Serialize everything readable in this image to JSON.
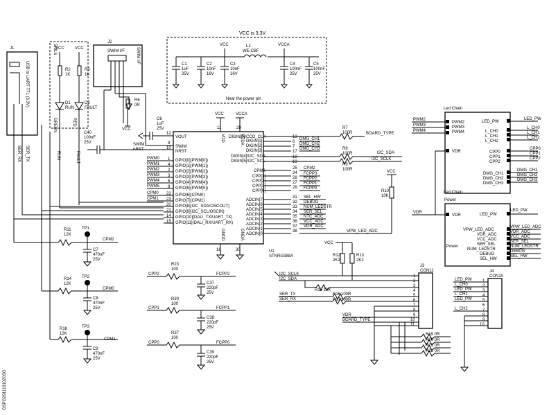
{
  "power_box": {
    "title": "VCC is 3.3V",
    "note": "Near the power pin",
    "vcc": "VCC",
    "vcca": "VCCA",
    "l1": [
      "L1",
      "WE-CBF"
    ],
    "caps": [
      [
        "C1",
        "1uF",
        "25V"
      ],
      [
        "C2",
        "10nF",
        "16V"
      ],
      [
        "C3",
        "10nF",
        "16V"
      ],
      [
        "C4",
        "100nF",
        "25V"
      ],
      [
        "C5",
        "100nF",
        "25V"
      ]
    ]
  },
  "j1": {
    "ref": "J1",
    "label": "USB to UART TTL (3.3V)"
  },
  "j2": {
    "ref": "J2",
    "label": "SWIM I/F",
    "side": "SWIM I/F",
    "swim": "SWIM",
    "nrst": "nRST"
  },
  "leds": {
    "vcc": "VCC",
    "r2": [
      "R2",
      "1K"
    ],
    "r3": [
      "R3",
      "1K"
    ],
    "d1": [
      "D1",
      "RUN"
    ],
    "d2": [
      "D2",
      "FAULT"
    ],
    "side": [
      "SMLS",
      "GREEN",
      "RED"
    ],
    "run": "RUN",
    "fault": "FAULT",
    "ser_rx": "SER_RX",
    "ser_tx": "SER_TX"
  },
  "c40": [
    "C40",
    "100nF",
    "25V"
  ],
  "r6": [
    "R6",
    "0R"
  ],
  "c6": [
    "C6",
    "1uF",
    "25V"
  ],
  "u1": {
    "ref": "U1",
    "part": "STNRG388A",
    "vdd": "VDD",
    "vdda": "VDDA",
    "gnd": "GNDD",
    "gnda": "GNDA",
    "vcc": "VCC",
    "vcca": "VCCA",
    "left_pins": [
      "VOUT",
      "SWIM",
      "NRST",
      "GPIO[0](PWM[0])",
      "GPIO[1](PWM[1])",
      "GPIO[2](PWM[2])",
      "GPIO[3](PWM[3])",
      "GPIO[4](PWM[4])",
      "GPIO[5](PWM[5])",
      "GPIO[6](CPM0)",
      "GPIO[7](CPM1)",
      "GPIO[8](I2C_SDA/OSCOUT)",
      "GPIO[9](I2C_SCL/OSCIN)",
      "GPIO[10](DALI_TX/UART_TX)",
      "GPIO[11](DALI_RX/UART_RX)"
    ],
    "left_nums": [
      "12",
      "9",
      "10",
      "1",
      "4",
      "2",
      "3",
      "5",
      "8",
      "22",
      "23",
      "20",
      "21",
      "14",
      "15"
    ],
    "left_nets": [
      "SWIM",
      "nRST",
      "PWM0",
      "PWM1",
      "PWM2",
      "PWM3",
      "PWM4",
      "PWM5",
      "CPM0",
      "CPM1"
    ],
    "top_nums": [
      "11",
      "29"
    ],
    "bot_nums": [
      "16",
      "30"
    ],
    "right_pins": [
      "DIGIN[0]/CCO_CLK",
      "DIGIN[1]",
      "DIGIN[2]",
      "DIGIN[3]",
      "DIGIN[4]/I2C_SDA",
      "DIGIN[5]/I2C_SCL",
      "CPM3",
      "CPP[3]",
      "CPP[2]",
      "CPP[1]",
      "CPP[0]",
      "ADCIN[7]",
      "ADCIN[6]",
      "ADCIN[5]",
      "ADCIN[4]",
      "ADCIN[3]",
      "ADCIN[2]",
      "ADCIN[1]",
      "ADCIN[0]"
    ],
    "right_nums": [
      "13",
      "6",
      "7",
      "17",
      "18",
      "19",
      "25",
      "24",
      "28",
      "27",
      "26",
      "31",
      "32",
      "33",
      "34",
      "35",
      "36",
      "37",
      "38"
    ],
    "right_nets": [
      "DMG_CH1",
      "DMG_CH2",
      "DMG_CH3",
      "CPM2",
      "FCPP3",
      "FCPP2",
      "FCPP1",
      "FCPP0",
      "SEL_HW",
      "DEBUG",
      "NUM_LEDSTR",
      "SER_SEL",
      "NTC_ADC",
      "VCC_ADC",
      "VDR_ADC",
      "VPW_LED_ADC"
    ]
  },
  "r7": [
    "R7",
    "100R"
  ],
  "r8": [
    "R8",
    "100R"
  ],
  "r9": [
    "R9",
    "100R"
  ],
  "nets_right": {
    "board_type": "BOARD_TYPE",
    "i2c_sda": "I2C_SDA",
    "i2c_sclk": "I2C_SCLK"
  },
  "r10": [
    "R10",
    "10K"
  ],
  "vcc_r10": "VCC",
  "r12": [
    "R12",
    "2K2"
  ],
  "r13": [
    "R13",
    "2K2"
  ],
  "cpm_section": [
    {
      "r": "R11",
      "rv": "12K",
      "tp": "TP1",
      "c": "C7",
      "cv": "470nF",
      "cvv": "25V",
      "net": "CPM2"
    },
    {
      "r": "R14",
      "rv": "12K",
      "tp": "TP2",
      "c": "C8",
      "cv": "470nF",
      "cvv": "25V",
      "net": "CPM0"
    },
    {
      "r": "R18",
      "rv": "12K",
      "tp": "TP3",
      "c": "C9",
      "cv": "470nF",
      "cvv": "25V",
      "net": "CPM1"
    }
  ],
  "cpp_section": [
    {
      "in": "CPP2",
      "r": "R23",
      "rv": "100",
      "c": "C37",
      "cv": "220pF",
      "cvv": "25V",
      "out": "FCPP2"
    },
    {
      "in": "CPP1",
      "r": "R30",
      "rv": "100",
      "c": "C38",
      "cv": "220pF",
      "cvv": "25V",
      "out": "FCPP1"
    },
    {
      "in": "CPP0",
      "r": "R37",
      "rv": "100",
      "c": "C39",
      "cv": "220pF",
      "cvv": "25V",
      "out": "FCPP0"
    }
  ],
  "led_chain": {
    "title": "Led Chain",
    "title2": "Led Chain",
    "pwm": [
      "PWM2",
      "PWM3",
      "PWM4"
    ],
    "vdr": "VDR",
    "right": [
      "LED_PW",
      "L_CH0",
      "L_CH1",
      "L_CH2",
      "CPP0",
      "CPP1",
      "CPP2",
      "DMG_CH1",
      "DMG_CH2",
      "DMG_CH3"
    ],
    "nets": [
      "LED_PW",
      "L_CH0",
      "L_CH1",
      "L_CH2",
      "CPP0",
      "CPP1",
      "CPP2",
      "DMG_CH1",
      "DMG_CH2",
      "DMG_CH3"
    ]
  },
  "power_block": {
    "title": "Power",
    "label": "Power",
    "vdr": "VDR",
    "vdr_net": "VDR",
    "right": [
      "LED_PW",
      "VPW_LED_ADC",
      "VDR_ADC",
      "VCC_ADC",
      "SER_SEL",
      "NUM_LEDSTR",
      "DEBUG",
      "SEL_HW"
    ],
    "nets": [
      "LED_PW",
      "VPW_LED_ADC",
      "VDR_ADC",
      "VCC_ADC",
      "SER_SEL",
      "NUM_LEDSTR",
      "DEBUG",
      "SEL_HW"
    ]
  },
  "j3": {
    "ref": "J3",
    "name": "CON11",
    "pins": [
      "1",
      "2",
      "3",
      "4",
      "5",
      "6",
      "7",
      "8",
      "9",
      "10",
      "11"
    ],
    "nets": [
      "I2C_SCLK",
      "I2C_SDA",
      "SER_TX",
      "SER_RX",
      "VDR",
      "BOARD_TYPE"
    ],
    "r15": "R15 10K",
    "r16": "R16",
    "r16v": "100R",
    "r17": "R17",
    "r17v": "100R",
    "vcc": "VCC"
  },
  "j4": {
    "ref": "J4",
    "name": "CON10",
    "pins": [
      "1",
      "2",
      "3",
      "4",
      "5",
      "6",
      "7",
      "8",
      "9",
      "10"
    ],
    "nets": [
      "LED_PW",
      "L_CH0",
      "LED_PW",
      "L_CH1",
      "LED_PW",
      "L_CH2"
    ],
    "rs": [
      "R19 0R",
      "R20 0R",
      "R21 0R",
      "R22 0R"
    ]
  },
  "footer": "GSPG2911161020SG"
}
